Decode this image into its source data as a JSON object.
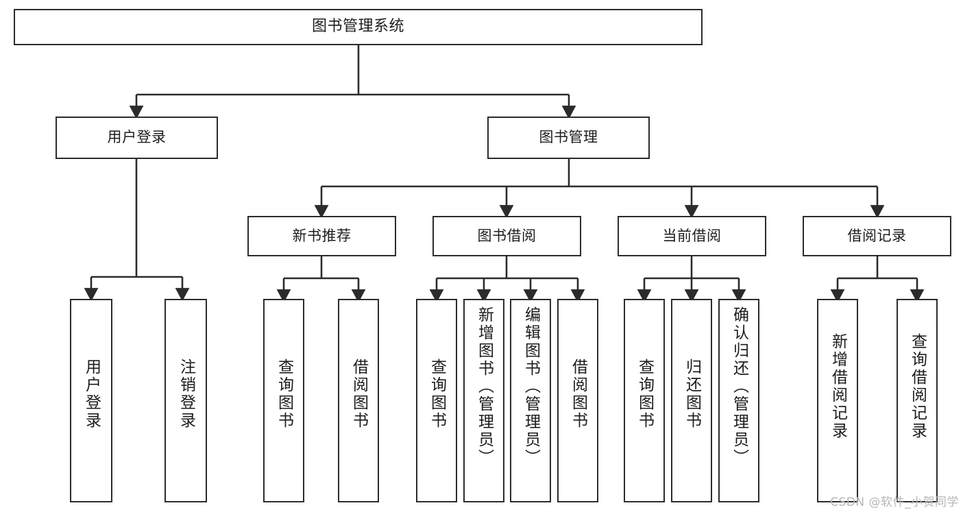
{
  "diagram": {
    "title": "图书管理系统",
    "type": "tree",
    "orientation": "top-down",
    "colors": {
      "box_border": "#2b2b2b",
      "box_fill": "#ffffff",
      "edge": "#2b2b2b",
      "background": "#ffffff",
      "watermark": "#b6b6b6"
    },
    "levels": [
      {
        "level": 1,
        "nodes": [
          {
            "id": "root",
            "label": "图书管理系统",
            "text_direction": "horizontal"
          }
        ]
      },
      {
        "level": 2,
        "nodes": [
          {
            "id": "user-login",
            "label": "用户登录",
            "text_direction": "horizontal",
            "parent": "root"
          },
          {
            "id": "book-manage",
            "label": "图书管理",
            "text_direction": "horizontal",
            "parent": "root"
          }
        ]
      },
      {
        "level": 3,
        "nodes": [
          {
            "id": "new-book-rec",
            "label": "新书推荐",
            "text_direction": "horizontal",
            "parent": "book-manage"
          },
          {
            "id": "book-borrow",
            "label": "图书借阅",
            "text_direction": "horizontal",
            "parent": "book-manage"
          },
          {
            "id": "current-borrow",
            "label": "当前借阅",
            "text_direction": "horizontal",
            "parent": "book-manage"
          },
          {
            "id": "borrow-record",
            "label": "借阅记录",
            "text_direction": "horizontal",
            "parent": "book-manage"
          }
        ]
      },
      {
        "level": 4,
        "nodes": [
          {
            "id": "leaf-1",
            "label": "用户登录",
            "text_direction": "vertical",
            "parent": "user-login"
          },
          {
            "id": "leaf-2",
            "label": "注销登录",
            "text_direction": "vertical",
            "parent": "user-login"
          },
          {
            "id": "leaf-3",
            "label": "查询图书",
            "text_direction": "vertical",
            "parent": "new-book-rec"
          },
          {
            "id": "leaf-4",
            "label": "借阅图书",
            "text_direction": "vertical",
            "parent": "new-book-rec"
          },
          {
            "id": "leaf-5",
            "label": "查询图书",
            "text_direction": "vertical",
            "parent": "book-borrow"
          },
          {
            "id": "leaf-6",
            "label": "新增图书（管理员）",
            "text_direction": "vertical",
            "parent": "book-borrow"
          },
          {
            "id": "leaf-7",
            "label": "编辑图书（管理员）",
            "text_direction": "vertical",
            "parent": "book-borrow"
          },
          {
            "id": "leaf-8",
            "label": "借阅图书",
            "text_direction": "vertical",
            "parent": "book-borrow"
          },
          {
            "id": "leaf-9",
            "label": "查询图书",
            "text_direction": "vertical",
            "parent": "current-borrow"
          },
          {
            "id": "leaf-10",
            "label": "归还图书",
            "text_direction": "vertical",
            "parent": "current-borrow"
          },
          {
            "id": "leaf-11",
            "label": "确认归还（管理员）",
            "text_direction": "vertical",
            "parent": "current-borrow"
          },
          {
            "id": "leaf-12",
            "label": "新增借阅记录",
            "text_direction": "vertical",
            "parent": "borrow-record"
          },
          {
            "id": "leaf-13",
            "label": "查询借阅记录",
            "text_direction": "vertical",
            "parent": "borrow-record"
          }
        ]
      }
    ],
    "watermark": "CSDN @软件_小贺同学"
  }
}
